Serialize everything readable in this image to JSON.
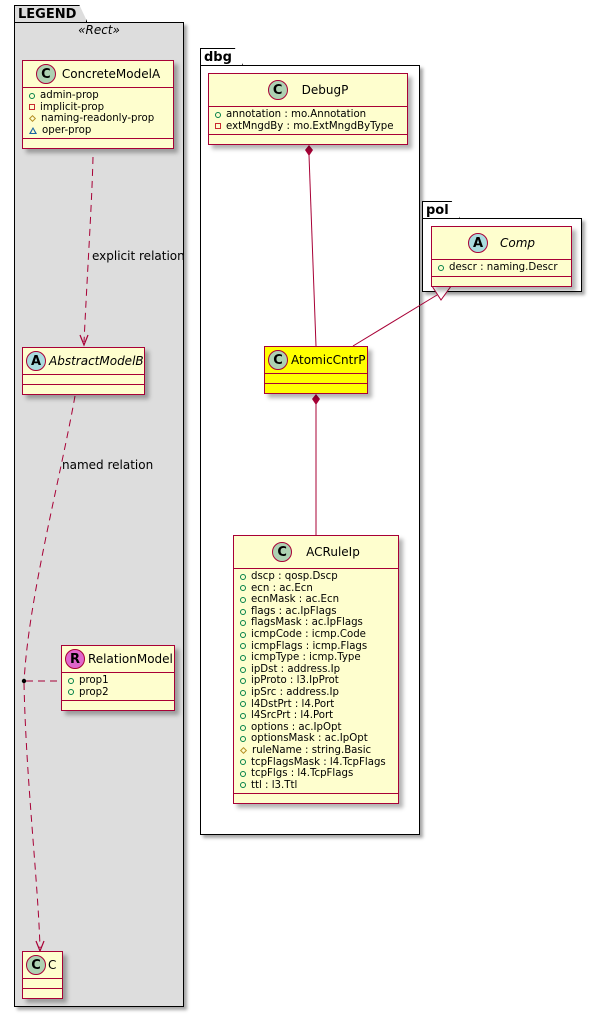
{
  "legend": {
    "package_label": "LEGEND",
    "stereotype": "«Rect»",
    "concrete_model": {
      "spot": "C",
      "name": "ConcreteModelA",
      "attributes": [
        {
          "visibility": "public",
          "text": "admin-prop"
        },
        {
          "visibility": "private",
          "text": "implicit-prop"
        },
        {
          "visibility": "protected",
          "text": "naming-readonly-prop"
        },
        {
          "visibility": "package",
          "text": "oper-prop"
        }
      ]
    },
    "abstract_model": {
      "spot": "A",
      "name": "AbstractModelB"
    },
    "relation_model": {
      "spot": "R",
      "name": "RelationModel",
      "attributes": [
        {
          "visibility": "public",
          "text": "prop1"
        },
        {
          "visibility": "public",
          "text": "prop2"
        }
      ]
    },
    "c_model": {
      "spot": "C",
      "name": "C"
    },
    "explicit_relation_label": "explicit relation",
    "named_relation_label": "named relation"
  },
  "dbg": {
    "package_label": "dbg",
    "debugp": {
      "spot": "C",
      "name": "DebugP",
      "attributes": [
        {
          "visibility": "public",
          "text": "annotation : mo.Annotation"
        },
        {
          "visibility": "private",
          "text": "extMngdBy : mo.ExtMngdByType"
        }
      ]
    },
    "atomic": {
      "spot": "C",
      "name": "AtomicCntrP",
      "highlight_color": "#FFFF00"
    },
    "acrule": {
      "spot": "C",
      "name": "ACRuleIp",
      "attributes": [
        {
          "visibility": "public",
          "text": "dscp : qosp.Dscp"
        },
        {
          "visibility": "public",
          "text": "ecn : ac.Ecn"
        },
        {
          "visibility": "public",
          "text": "ecnMask : ac.Ecn"
        },
        {
          "visibility": "public",
          "text": "flags : ac.IpFlags"
        },
        {
          "visibility": "public",
          "text": "flagsMask : ac.IpFlags"
        },
        {
          "visibility": "public",
          "text": "icmpCode : icmp.Code"
        },
        {
          "visibility": "public",
          "text": "icmpFlags : icmp.Flags"
        },
        {
          "visibility": "public",
          "text": "icmpType : icmp.Type"
        },
        {
          "visibility": "public",
          "text": "ipDst : address.Ip"
        },
        {
          "visibility": "public",
          "text": "ipProto : l3.IpProt"
        },
        {
          "visibility": "public",
          "text": "ipSrc : address.Ip"
        },
        {
          "visibility": "public",
          "text": "l4DstPrt : l4.Port"
        },
        {
          "visibility": "public",
          "text": "l4SrcPrt : l4.Port"
        },
        {
          "visibility": "public",
          "text": "options : ac.IpOpt"
        },
        {
          "visibility": "public",
          "text": "optionsMask : ac.IpOpt"
        },
        {
          "visibility": "protected",
          "text": "ruleName : string.Basic"
        },
        {
          "visibility": "public",
          "text": "tcpFlagsMask : l4.TcpFlags"
        },
        {
          "visibility": "public",
          "text": "tcpFlgs : l4.TcpFlags"
        },
        {
          "visibility": "public",
          "text": "ttl : l3.Ttl"
        }
      ]
    }
  },
  "pol": {
    "package_label": "pol",
    "comp": {
      "spot": "A",
      "name": "Comp",
      "attributes": [
        {
          "visibility": "public",
          "text": "descr : naming.Descr"
        }
      ]
    }
  },
  "colors": {
    "class_fill": "#FEFECE",
    "class_border": "#A80036",
    "legend_fill": "#DDDDDD",
    "highlight": "#FFFF00",
    "link": "#A80036"
  }
}
